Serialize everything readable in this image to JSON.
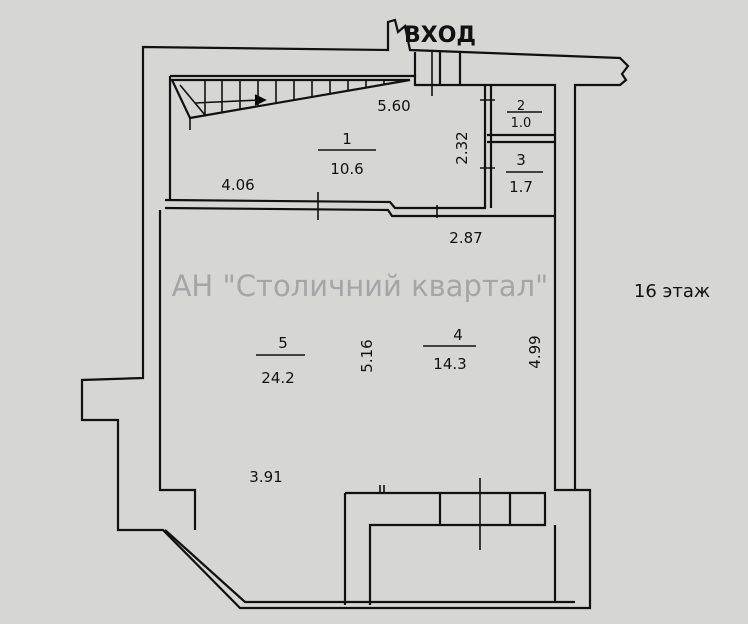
{
  "plan": {
    "entrance_label": "ВХОД",
    "floor_label": "16 этаж",
    "watermark": "АН \"Столичний квартал\"",
    "rooms": [
      {
        "number": "1",
        "area": "10.6"
      },
      {
        "number": "2",
        "area": "1.0"
      },
      {
        "number": "3",
        "area": "1.7"
      },
      {
        "number": "4",
        "area": "14.3"
      },
      {
        "number": "5",
        "area": "24.2"
      }
    ],
    "dimensions": {
      "d_5_60": "5.60",
      "d_4_06": "4.06",
      "d_2_32": "2.32",
      "d_2_87": "2.87",
      "d_5_16": "5.16",
      "d_4_99": "4.99",
      "d_3_91": "3.91"
    },
    "colors": {
      "paper": "#d6d6d2",
      "ink": "#111111",
      "watermark": "#9a9a9a"
    }
  }
}
